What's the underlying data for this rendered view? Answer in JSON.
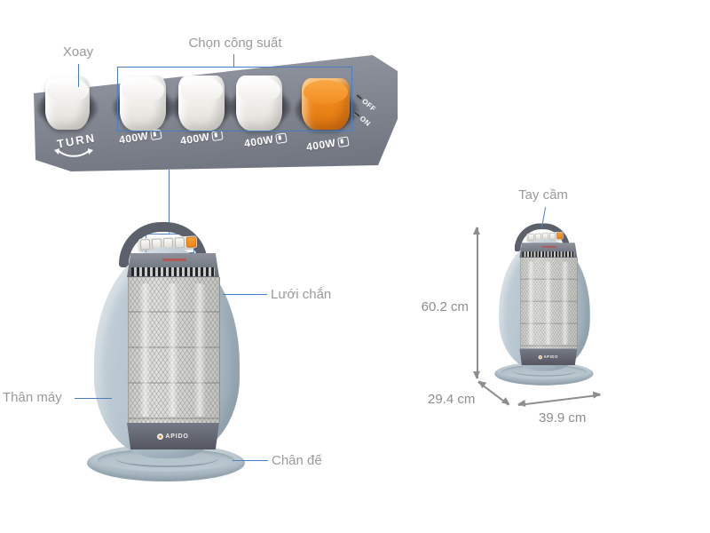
{
  "labels": {
    "rotate": "Xoay",
    "power_select": "Chọn công suất",
    "grill": "Lưới chắn",
    "body": "Thân máy",
    "base": "Chân đế",
    "handle": "Tay cầm"
  },
  "control_panel": {
    "turn": "TURN",
    "watt_labels": [
      "400W",
      "400W",
      "400W",
      "400W"
    ],
    "off": "OFF",
    "on": "ON"
  },
  "brand": "APIDO",
  "dimensions": {
    "height": "60.2 cm",
    "depth": "29.4 cm",
    "width": "39.9 cm"
  },
  "colors": {
    "accent_blue": "#4a7dc2",
    "label_gray": "#9a9a9a",
    "arrow_gray": "#8e8e8e",
    "knob_orange": "#ef861a",
    "panel_gray": "#83878f"
  }
}
